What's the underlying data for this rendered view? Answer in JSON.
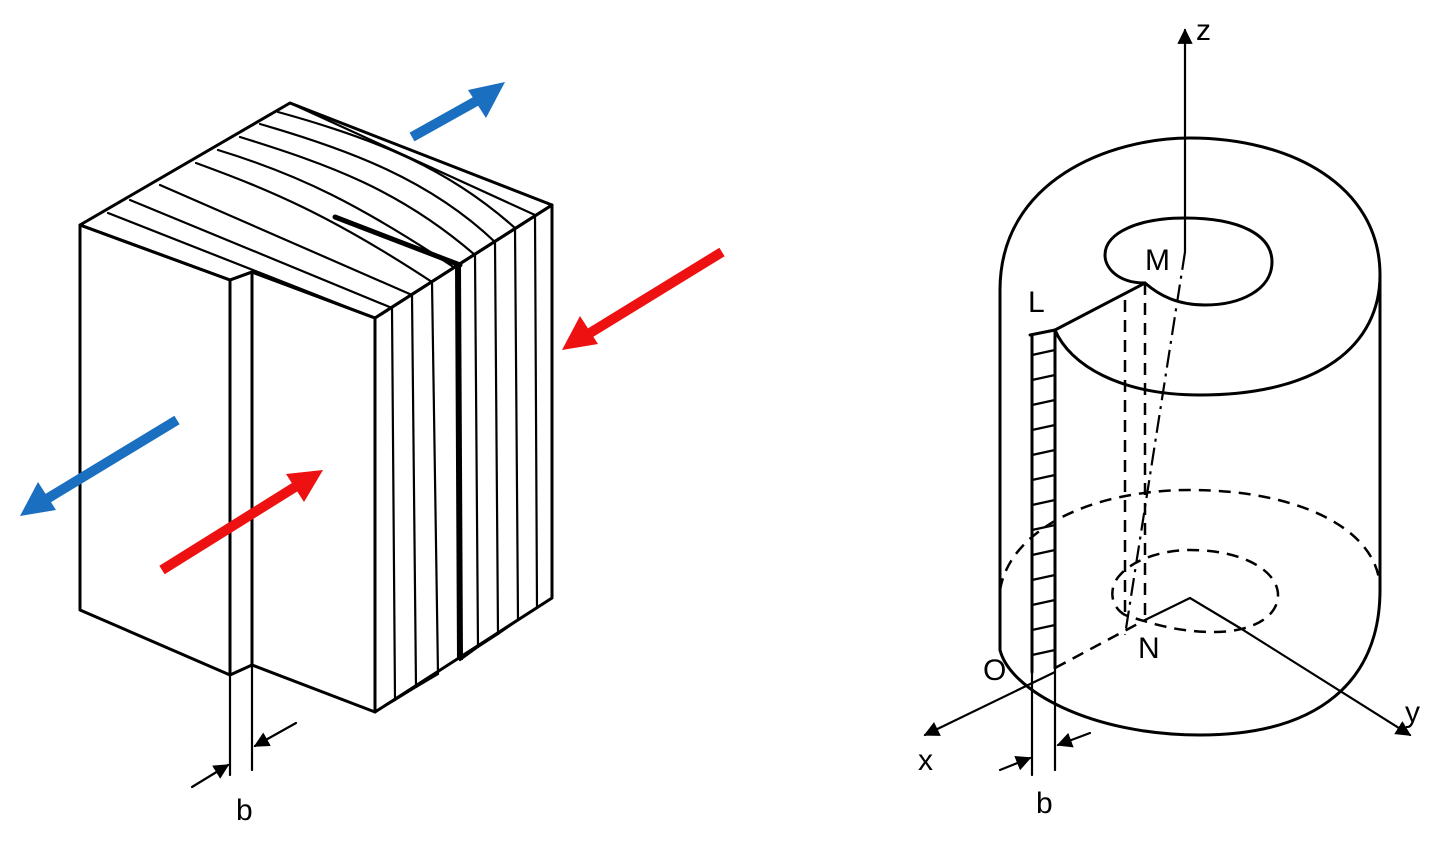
{
  "left_figure": {
    "gap_label": "b",
    "colors": {
      "blue_arrow": "#1a6fc0",
      "red_arrow": "#ee1111"
    }
  },
  "right_figure": {
    "point_labels": {
      "L": "L",
      "M": "M",
      "N": "N",
      "O": "O"
    },
    "axis_labels": {
      "x": "x",
      "y": "y",
      "z": "z"
    },
    "gap_label": "b"
  }
}
